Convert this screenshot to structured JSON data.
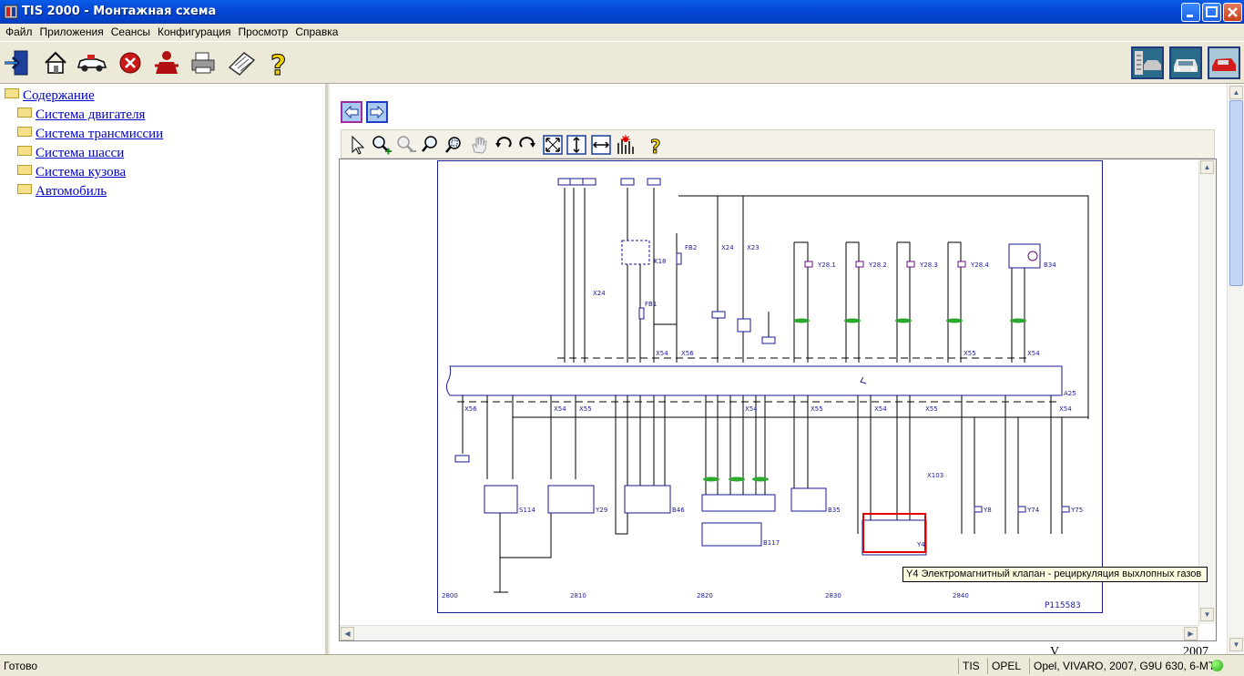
{
  "window": {
    "title": "TIS 2000 - Монтажная схема"
  },
  "menu": [
    "Файл",
    "Приложения",
    "Сеансы",
    "Конфигурация",
    "Просмотр",
    "Справка"
  ],
  "tree": {
    "root": "Содержание",
    "items": [
      "Система двигателя",
      "Система трансмиссии",
      "Система шасси",
      "Система кузова",
      "Автомобиль"
    ]
  },
  "diagram": {
    "labels": {
      "k18": "K18",
      "fb2": "FB2",
      "fb1": "FB1",
      "x24": "X24",
      "x23": "X23",
      "y281": "Y28.1",
      "y282": "Y28.2",
      "y283": "Y28.3",
      "y284": "Y28.4",
      "b34": "B34",
      "x54": "X54",
      "x56": "X56",
      "x55": "X55",
      "a25": "A25",
      "s114": "S114",
      "y29": "Y29",
      "b46": "B46",
      "b117": "B117",
      "b35": "B35",
      "x103": "X103",
      "y4": "Y4",
      "y8": "Y8",
      "y74": "Y74",
      "y75": "Y75",
      "ref": "P115583",
      "ruler": [
        "2800",
        "2810",
        "2820",
        "2830",
        "2840"
      ]
    }
  },
  "tooltip": "Y4 Электромагнитный клапан - рециркуляция выхлопных газов",
  "cutoff": {
    "left": "V",
    "right": "2007"
  },
  "status": {
    "ready": "Готово",
    "app": "TIS",
    "brand": "OPEL",
    "vehicle": "Opel, VIVARO, 2007, G9U 630, 6-MT"
  },
  "colors": {
    "title_blue": "#0447d6",
    "wire_black": "#000000",
    "diagram_purple": "#6a0d8a",
    "connector_green": "#2ea82e",
    "highlight_red": "#e00000",
    "link_blue": "#0000cc"
  }
}
